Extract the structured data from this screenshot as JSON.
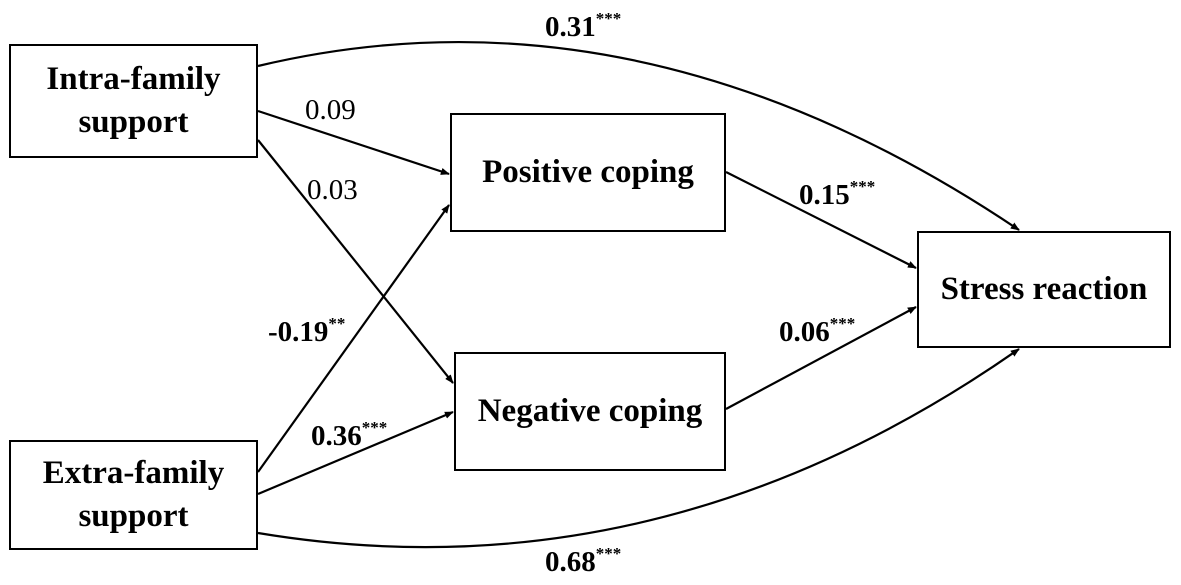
{
  "nodes": {
    "intra_family_support": [
      "Intra-family",
      "support"
    ],
    "extra_family_support": [
      "Extra-family",
      "support"
    ],
    "positive_coping": [
      "Positive coping"
    ],
    "negative_coping": [
      "Negative coping"
    ],
    "stress_reaction": [
      "Stress reaction"
    ]
  },
  "paths": {
    "intra_to_stress": {
      "value": "0.31",
      "sig": "***"
    },
    "intra_to_positive": {
      "value": "0.09",
      "sig": ""
    },
    "intra_to_negative": {
      "value": "0.03",
      "sig": ""
    },
    "positive_to_stress": {
      "value": "0.15",
      "sig": "***"
    },
    "extra_to_positive": {
      "value": "-0.19",
      "sig": "**"
    },
    "negative_to_stress": {
      "value": "0.06",
      "sig": "***"
    },
    "extra_to_negative": {
      "value": "0.36",
      "sig": "***"
    },
    "extra_to_stress": {
      "value": "0.68",
      "sig": "***"
    }
  },
  "colors": {
    "line": "#000000",
    "box_border": "#000000",
    "background": "#ffffff"
  }
}
